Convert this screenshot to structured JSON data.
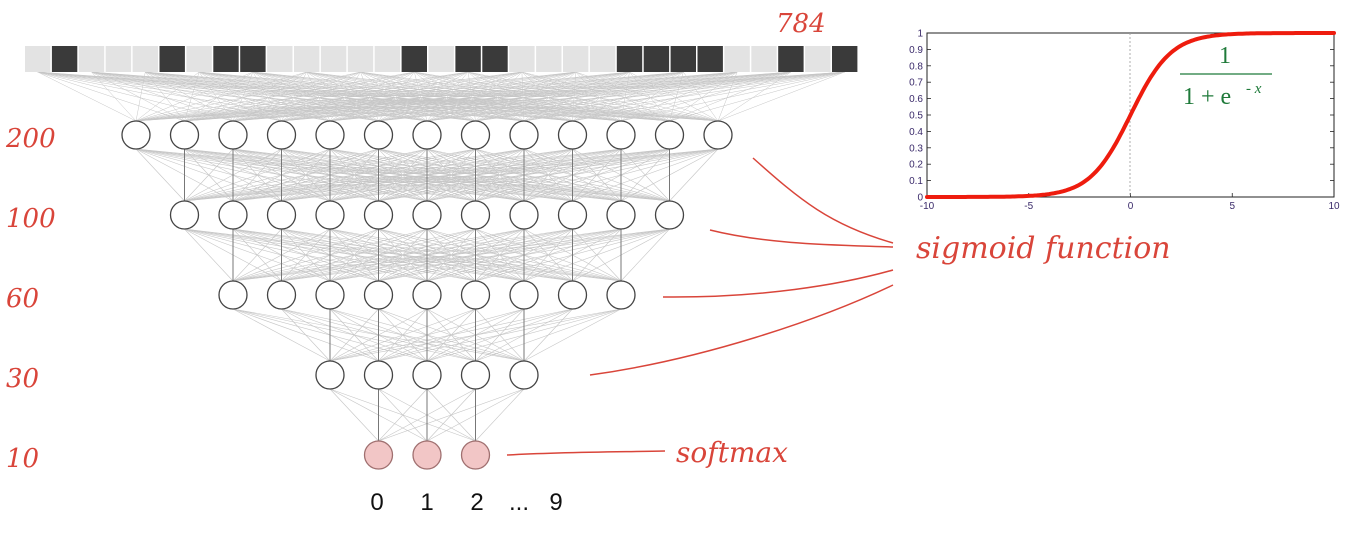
{
  "network": {
    "input_count_label": "784",
    "input_cells": [
      0,
      1,
      0,
      0,
      0,
      1,
      0,
      1,
      1,
      0,
      0,
      0,
      0,
      0,
      1,
      0,
      1,
      1,
      0,
      0,
      0,
      0,
      1,
      1,
      1,
      1,
      0,
      0,
      1,
      0,
      1
    ],
    "layers": [
      {
        "label": "200",
        "neurons": 13,
        "activation": "sigmoid"
      },
      {
        "label": "100",
        "neurons": 11,
        "activation": "sigmoid"
      },
      {
        "label": "60",
        "neurons": 9,
        "activation": "sigmoid"
      },
      {
        "label": "30",
        "neurons": 5,
        "activation": "sigmoid"
      },
      {
        "label": "10",
        "neurons": 3,
        "activation": "softmax"
      }
    ],
    "output_labels": [
      "0",
      "1",
      "2",
      "...",
      "9"
    ],
    "annotation_sigmoid": "sigmoid function",
    "annotation_softmax": "softmax"
  },
  "colors": {
    "input_on": "#3a3a3a",
    "input_off": "#e3e3e3",
    "neuron_stroke": "#444444",
    "softmax_fill": "#f2c6c6",
    "annotation": "#d9453a",
    "curve": "#ee1c0e",
    "formula": "#1f7a3a"
  },
  "chart_data": {
    "type": "line",
    "title": "",
    "xlabel": "",
    "ylabel": "",
    "xlim": [
      -10,
      10
    ],
    "ylim": [
      0,
      1
    ],
    "x_ticks": [
      "-10",
      "-5",
      "0",
      "5",
      "10"
    ],
    "y_ticks": [
      "0",
      "0.1",
      "0.2",
      "0.3",
      "0.4",
      "0.5",
      "0.6",
      "0.7",
      "0.8",
      "0.9",
      "1"
    ],
    "series": [
      {
        "x": [
          -10,
          -9,
          -8,
          -7,
          -6,
          -5,
          -4,
          -3,
          -2,
          -1,
          0,
          1,
          2,
          3,
          4,
          5,
          6,
          7,
          8,
          9,
          10
        ],
        "y": [
          0.0,
          0.0001,
          0.0003,
          0.0009,
          0.0025,
          0.0067,
          0.018,
          0.047,
          0.119,
          0.269,
          0.5,
          0.731,
          0.881,
          0.953,
          0.982,
          0.993,
          0.998,
          0.999,
          1.0,
          1.0,
          1.0
        ]
      }
    ],
    "formula": {
      "numerator": "1",
      "denominator_base": "1 + e",
      "denominator_exp": "- x"
    }
  }
}
